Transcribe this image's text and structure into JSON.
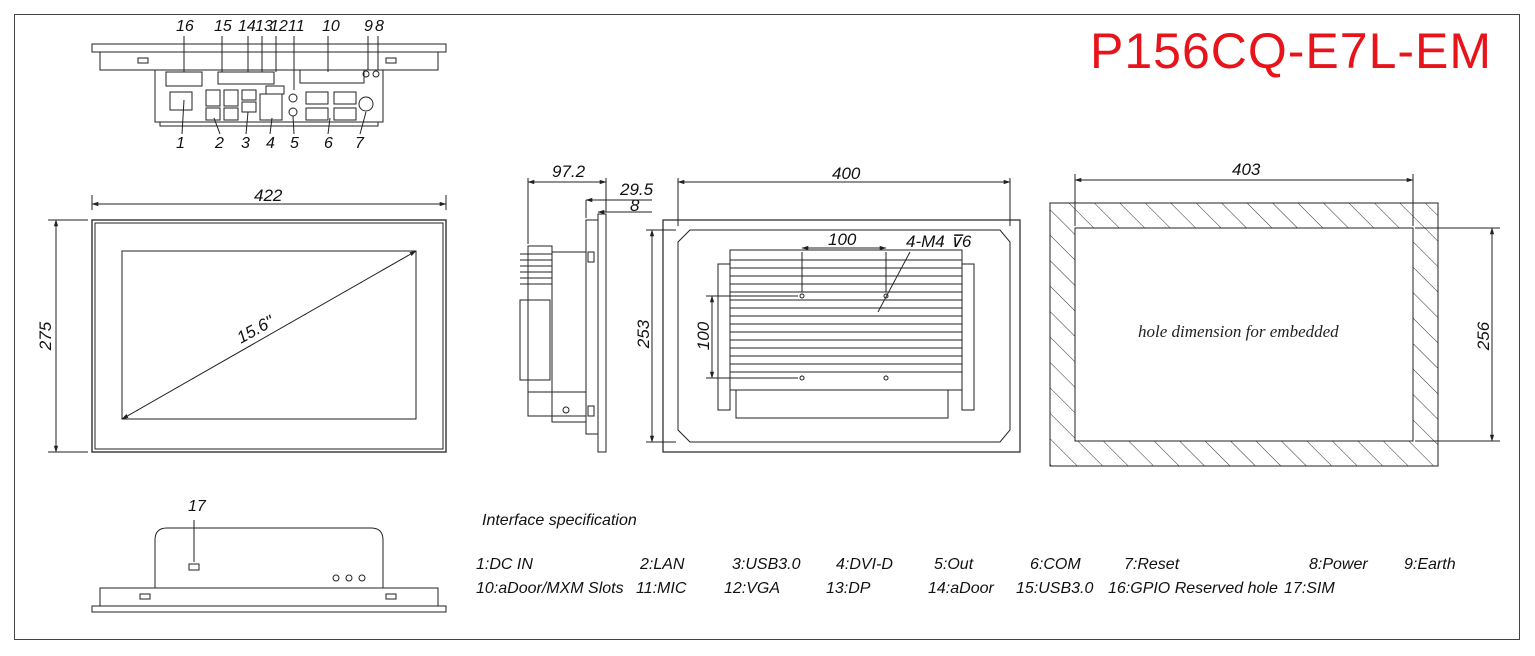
{
  "title": "P156CQ-E7L-EM",
  "colors": {
    "title": "#e8141c",
    "line": "#222222"
  },
  "port_callouts_top": [
    "16",
    "15",
    "14",
    "13",
    "12",
    "11",
    "10",
    "9",
    "8"
  ],
  "port_callouts_bottom": [
    "1",
    "2",
    "3",
    "4",
    "5",
    "6",
    "7"
  ],
  "front_view": {
    "width": "422",
    "height": "275",
    "diagonal": "15.6\""
  },
  "side_view": {
    "depth": "97.2",
    "bezel": "29.5",
    "offset": "8"
  },
  "rear_view": {
    "width": "400",
    "height": "253",
    "screw": "4-M4",
    "screw_depth": "6",
    "pitch_h": "100",
    "pitch_v": "100"
  },
  "cutout_view": {
    "width": "403",
    "height": "256",
    "note": "hole dimension for embedded"
  },
  "bottom_view": {
    "callout": "17"
  },
  "interface": {
    "title": "Interface specification",
    "row1": [
      "1:DC IN",
      "2:LAN",
      "3:USB3.0",
      "4:DVI-D",
      "5:Out",
      "6:COM",
      "7:Reset",
      "8:Power",
      "9:Earth"
    ],
    "row2": [
      "10:aDoor/MXM Slots",
      "11:MIC",
      "12:VGA",
      "13:DP",
      "14:aDoor",
      "15:USB3.0",
      "16:GPIO  Reserved hole",
      "17:SIM"
    ]
  }
}
